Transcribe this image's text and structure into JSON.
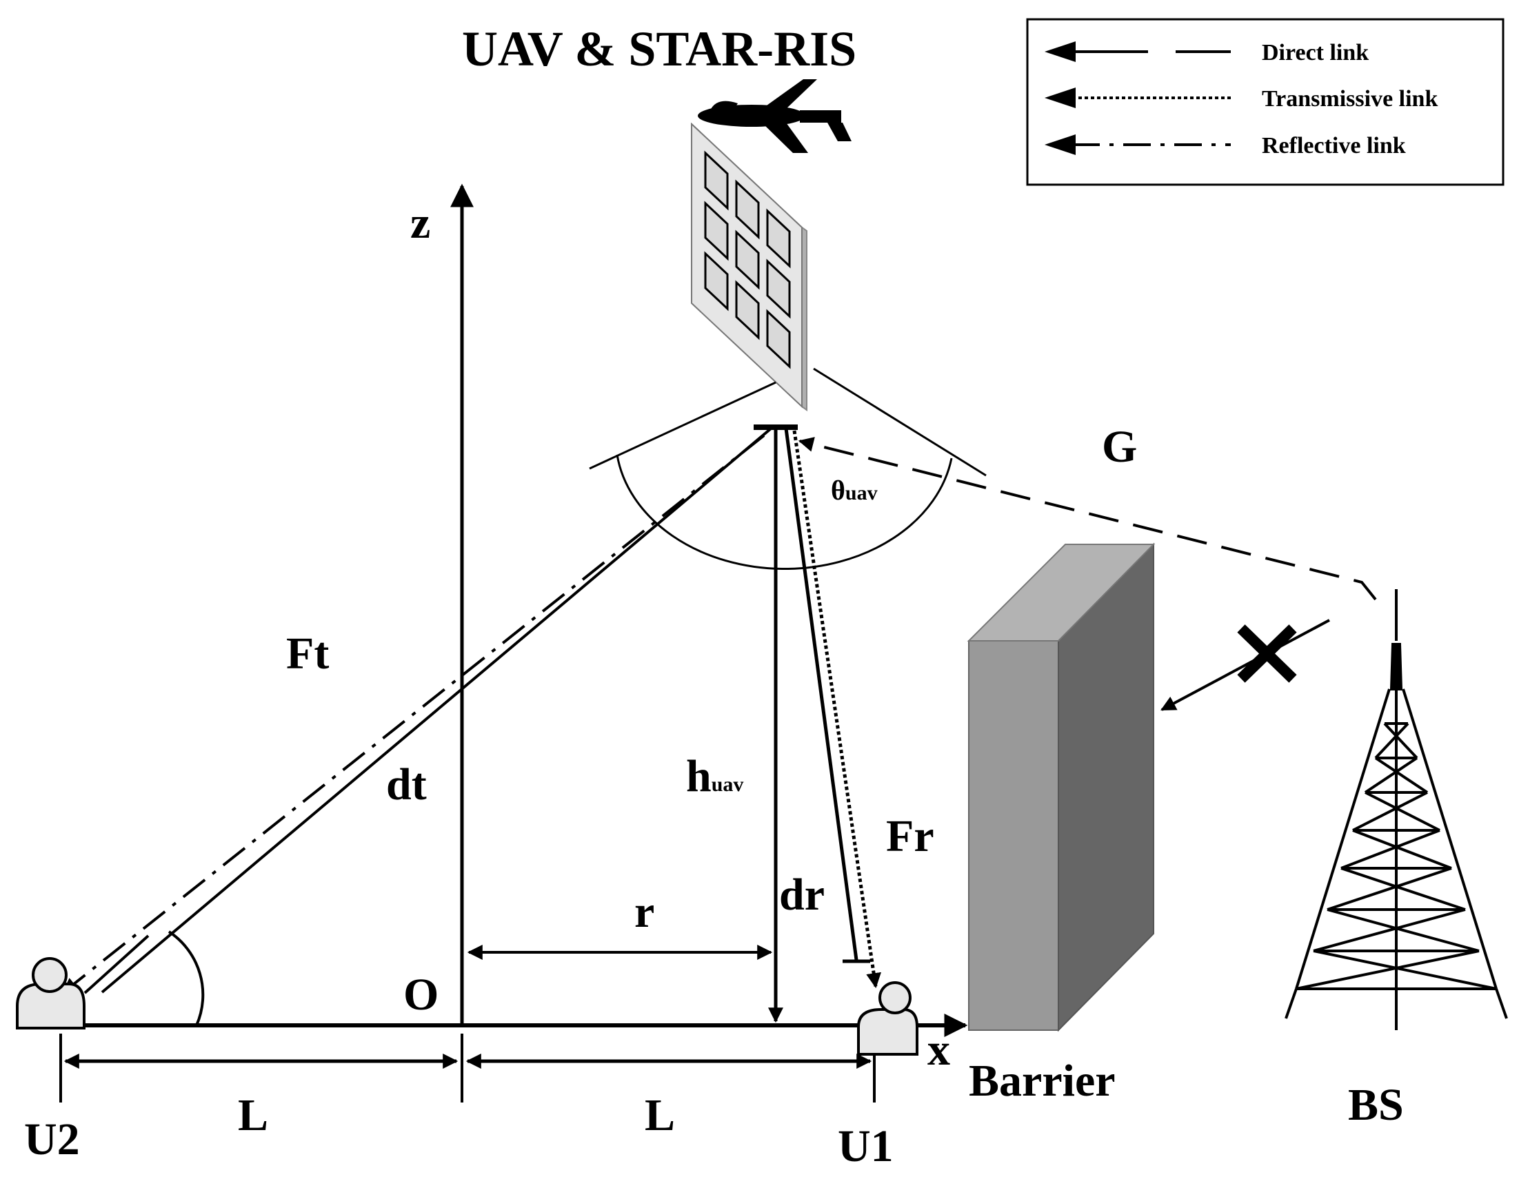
{
  "title": "UAV & STAR-RIS",
  "legend": {
    "items": [
      {
        "label": "Direct link",
        "style": "solid"
      },
      {
        "label": "Transmissive link",
        "style": "dotted"
      },
      {
        "label": "Reflective link",
        "style": "dash-dot"
      }
    ]
  },
  "axes": {
    "z": "z",
    "x": "x",
    "origin": "O"
  },
  "labels": {
    "ft": "Ft",
    "fr": "Fr",
    "g": "G",
    "dt": "dt",
    "dr": "dr",
    "r": "r",
    "h_main": "h",
    "h_sub": "uav",
    "theta_main": "θ",
    "theta_sub": "uav",
    "l_left": "L",
    "l_right": "L",
    "barrier": "Barrier",
    "bs": "BS",
    "u1": "U1",
    "u2": "U2"
  },
  "colors": {
    "line": "#000000",
    "ris_panel": "#e6e6e6",
    "ris_edge": "#c8c8c8",
    "barrier_front": "#999999",
    "barrier_side": "#666666",
    "barrier_top": "#b3b3b3",
    "user_fill": "#e8e8e8"
  },
  "icons": [
    "uav-icon",
    "star-ris-icon",
    "user-icon",
    "base-station-tower-icon",
    "blocked-x-icon",
    "barrier-block"
  ]
}
